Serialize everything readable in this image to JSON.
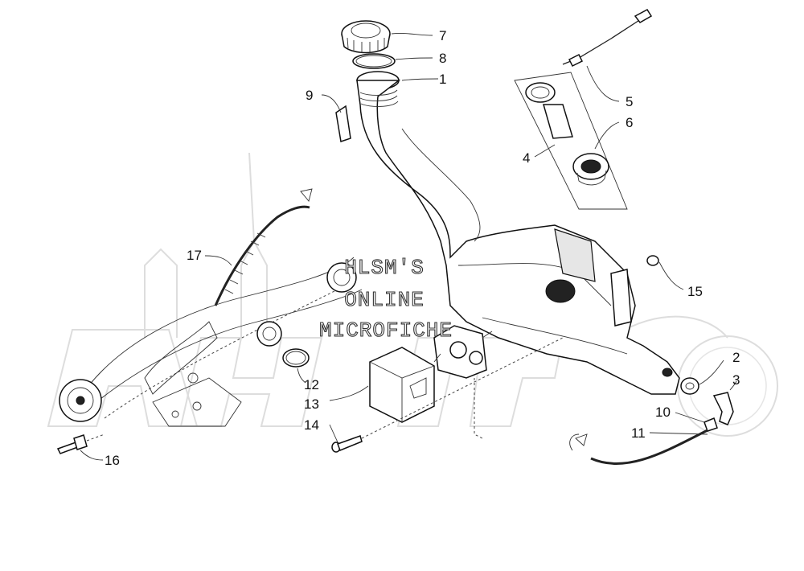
{
  "watermark": {
    "line1": "HLSM'S",
    "line2": "ONLINE",
    "line3": "MICROFICHE"
  },
  "callouts": [
    {
      "id": "1",
      "label": "1"
    },
    {
      "id": "2",
      "label": "2"
    },
    {
      "id": "3",
      "label": "3"
    },
    {
      "id": "4",
      "label": "4"
    },
    {
      "id": "5",
      "label": "5"
    },
    {
      "id": "6",
      "label": "6"
    },
    {
      "id": "7",
      "label": "7"
    },
    {
      "id": "8",
      "label": "8"
    },
    {
      "id": "9",
      "label": "9"
    },
    {
      "id": "10",
      "label": "10"
    },
    {
      "id": "11",
      "label": "11"
    },
    {
      "id": "12",
      "label": "12"
    },
    {
      "id": "13",
      "label": "13"
    },
    {
      "id": "14",
      "label": "14"
    },
    {
      "id": "15",
      "label": "15"
    },
    {
      "id": "16",
      "label": "16"
    },
    {
      "id": "17",
      "label": "17"
    }
  ]
}
